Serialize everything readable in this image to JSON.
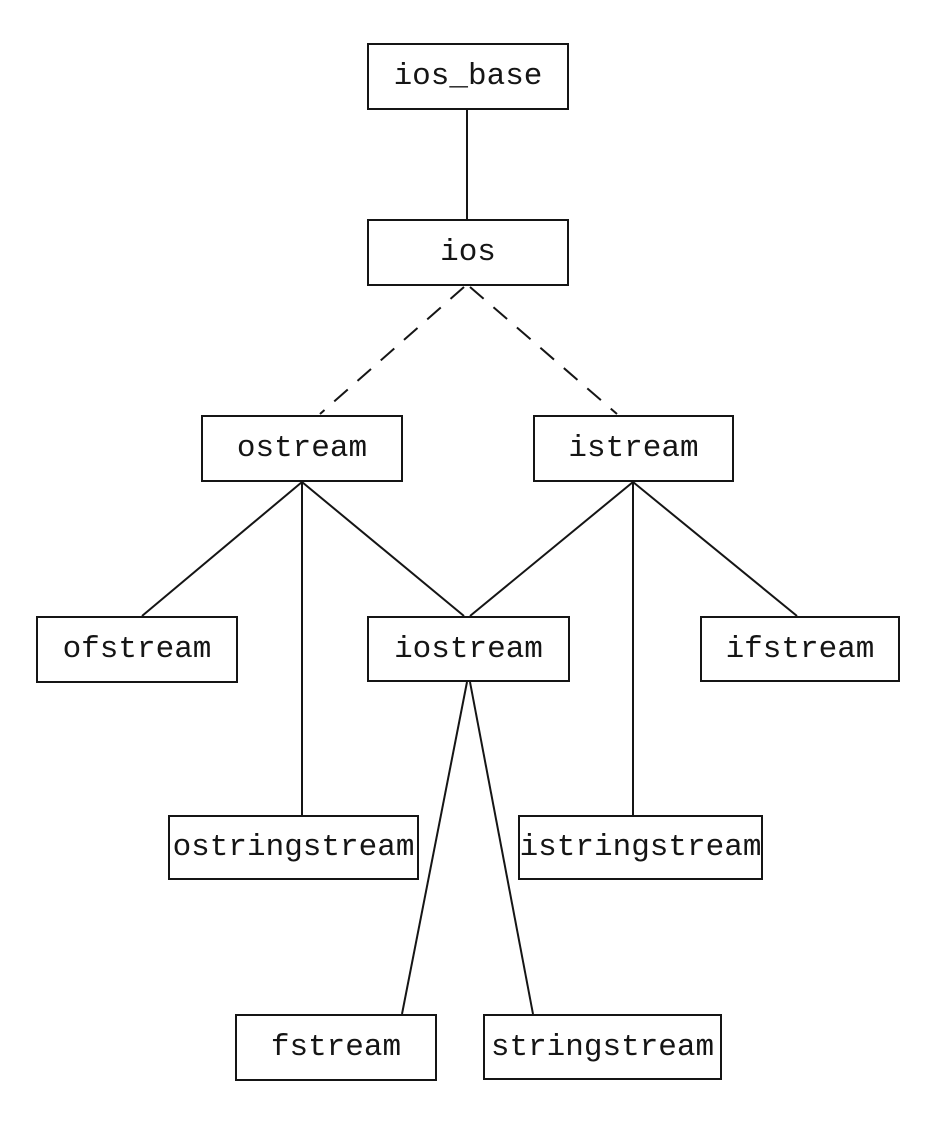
{
  "diagram": {
    "kind": "class-inheritance-hierarchy",
    "topic": "C++ iostream class hierarchy",
    "colors": {
      "background": "#ffffff",
      "line": "#151515",
      "box_border": "#151515",
      "text": "#151515"
    },
    "nodes": {
      "ios_base": {
        "label": "ios_base"
      },
      "ios": {
        "label": "ios"
      },
      "ostream": {
        "label": "ostream"
      },
      "istream": {
        "label": "istream"
      },
      "ofstream": {
        "label": "ofstream"
      },
      "iostream": {
        "label": "iostream"
      },
      "ifstream": {
        "label": "ifstream"
      },
      "ostringstream": {
        "label": "ostringstream"
      },
      "istringstream": {
        "label": "istringstream"
      },
      "fstream": {
        "label": "fstream"
      },
      "stringstream": {
        "label": "stringstream"
      }
    },
    "edges": [
      {
        "from": "ios_base",
        "to": "ios",
        "style": "solid"
      },
      {
        "from": "ios",
        "to": "ostream",
        "style": "dashed"
      },
      {
        "from": "ios",
        "to": "istream",
        "style": "dashed"
      },
      {
        "from": "ostream",
        "to": "ofstream",
        "style": "solid"
      },
      {
        "from": "ostream",
        "to": "ostringstream",
        "style": "solid"
      },
      {
        "from": "ostream",
        "to": "iostream",
        "style": "solid"
      },
      {
        "from": "istream",
        "to": "iostream",
        "style": "solid"
      },
      {
        "from": "istream",
        "to": "istringstream",
        "style": "solid"
      },
      {
        "from": "istream",
        "to": "ifstream",
        "style": "solid"
      },
      {
        "from": "iostream",
        "to": "fstream",
        "style": "solid"
      },
      {
        "from": "iostream",
        "to": "stringstream",
        "style": "solid"
      }
    ]
  }
}
